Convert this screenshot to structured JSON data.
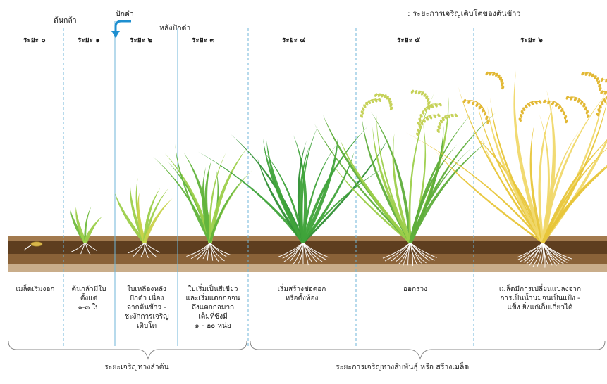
{
  "title": ": ระยะการเจริญเติบโตของต้นข้าว",
  "markers": {
    "seedling": "ต้นกล้า",
    "transplant": "ปักดำ",
    "after_transplant": "หลังปักดำ"
  },
  "stages": [
    {
      "label": "ระยะ ๐",
      "desc": [
        "เมล็ดเริ่มงอก"
      ]
    },
    {
      "label": "ระยะ ๑",
      "desc": [
        "ต้นกล้ามีใบ",
        "ตั้งแต่",
        "๑-๓ ใบ"
      ]
    },
    {
      "label": "ระยะ ๒",
      "desc": [
        "ใบเหลืองหลัง",
        "ปักดำ เนื่อง",
        "จากต้นข้าว -",
        "ชะงักการเจริญ",
        "เติบโต"
      ]
    },
    {
      "label": "ระยะ ๓",
      "desc": [
        "ใบเริ่มเป็นสีเขียว",
        "และเริ่มแตกกอจน",
        "ถึงแตกกอมาก",
        "เต็มที่ซึ่งมี",
        "๑ - ๒๐ หน่อ"
      ]
    },
    {
      "label": "ระยะ ๔",
      "desc": [
        "เริ่มสร้างช่อดอก",
        "หรือตั้งท้อง"
      ]
    },
    {
      "label": "ระยะ ๕",
      "desc": [
        "ออกรวง"
      ]
    },
    {
      "label": "ระยะ ๖",
      "desc": [
        "เมล็ดมีการเปลี่ยนแปลงจาก",
        "การเป็นน้ำนมจนเป็นแป้ง -",
        "แข็ง ยิ่งแก่เก็บเกี่ยวได้"
      ]
    }
  ],
  "periods": {
    "vegetative": "ระยะเจริญทางลำต้น",
    "reproductive": "ระยะการเจริญทางสืบพันธุ์ หรือ สร้างเมล็ด"
  },
  "colors": {
    "soil_dark": "#5e3e1f",
    "soil_mid": "#8a6238",
    "soil_light": "#c9ad8a",
    "leaf_green": "#3fa33a",
    "leaf_light": "#9ccf4a",
    "leaf_yellow": "#d9c43a",
    "grain_gold": "#e8c63a",
    "divider": "#6fb6d8",
    "arrow": "#1e8fd0",
    "root": "#ffffff"
  },
  "icons": {
    "transplant_marker": "down-arrow-icon",
    "period_braces": "brace-icon"
  }
}
